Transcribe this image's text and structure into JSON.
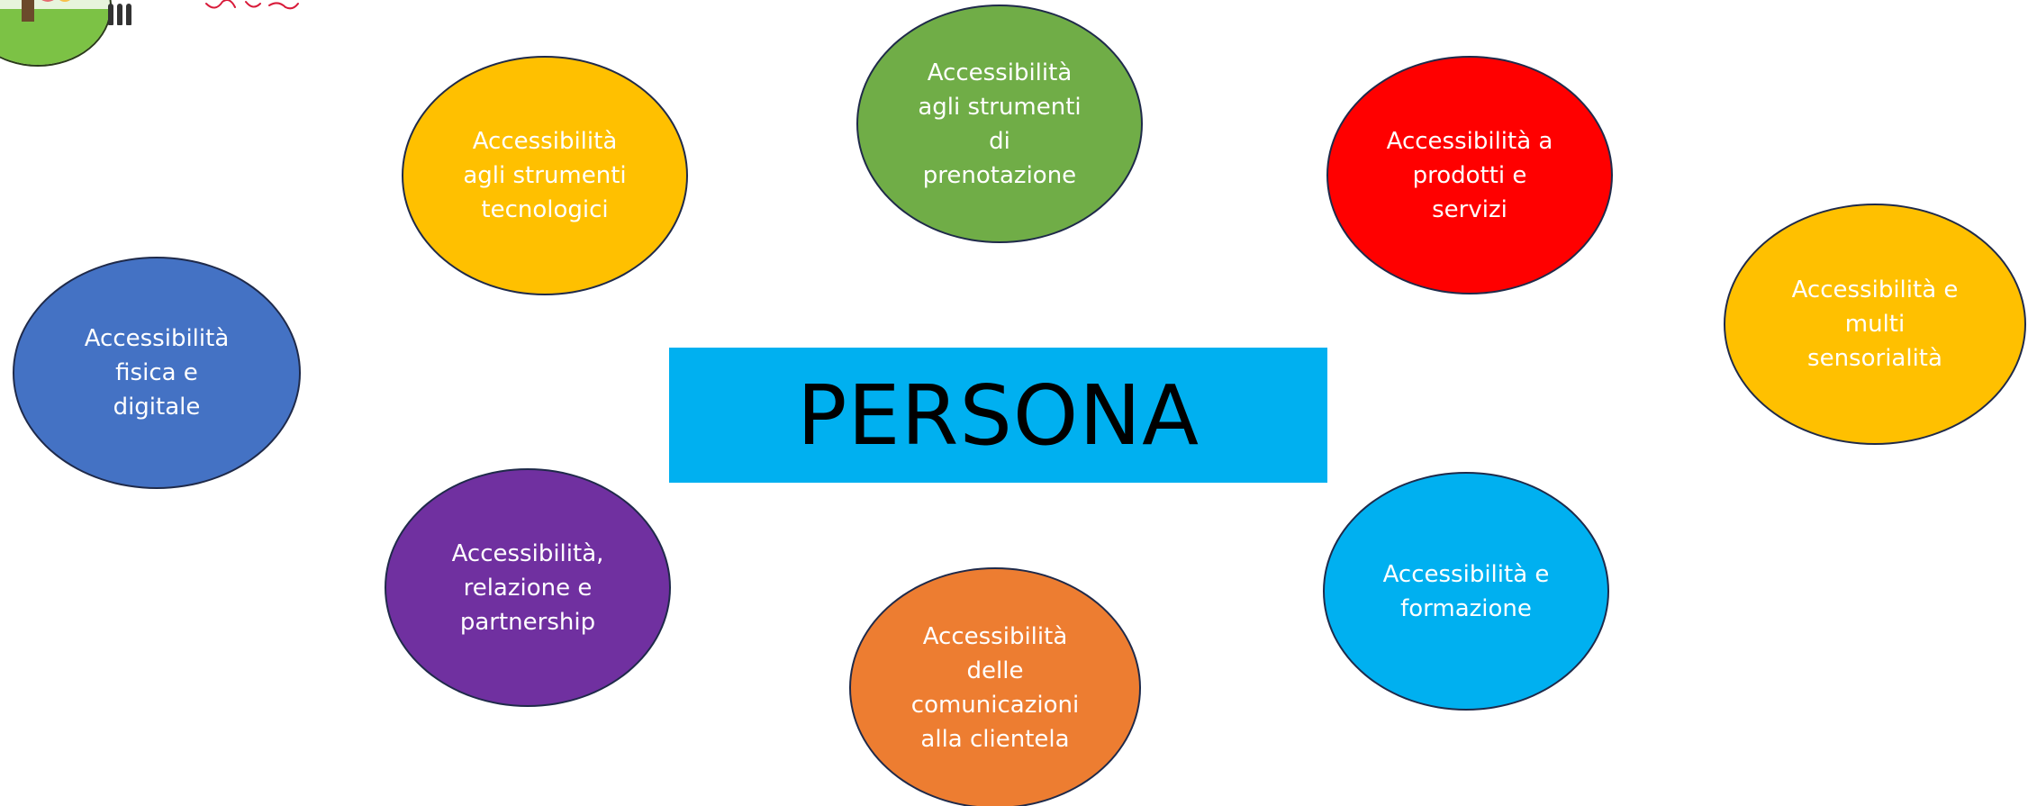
{
  "center": {
    "label": "PERSONA",
    "color": "#00b0f0"
  },
  "nodes": [
    {
      "id": "fisica-digitale",
      "label": "Accessibilità\nfisica e\ndigitale",
      "color": "#4472c4"
    },
    {
      "id": "strumenti-tecnologici",
      "label": "Accessibilità\nagli strumenti\ntecnologici",
      "color": "#ffc000"
    },
    {
      "id": "strumenti-prenotazione",
      "label": "Accessibilità\nagli strumenti\ndi\nprenotazione",
      "color": "#70ad47"
    },
    {
      "id": "prodotti-servizi",
      "label": "Accessibilità a\nprodotti e\nservizi",
      "color": "#ff0000"
    },
    {
      "id": "multi-sensorialita",
      "label": "Accessibilità e\nmulti\nsensorialità",
      "color": "#ffc000"
    },
    {
      "id": "formazione",
      "label": "Accessibilità e\nformazione",
      "color": "#00b0f0"
    },
    {
      "id": "comunicazioni-clientela",
      "label": "Accessibilità\ndelle\ncomunicazioni\nalla clientela",
      "color": "#ed7d31"
    },
    {
      "id": "relazione-partnership",
      "label": "Accessibilità,\nrelazione e\npartnership",
      "color": "#7030a0"
    }
  ]
}
